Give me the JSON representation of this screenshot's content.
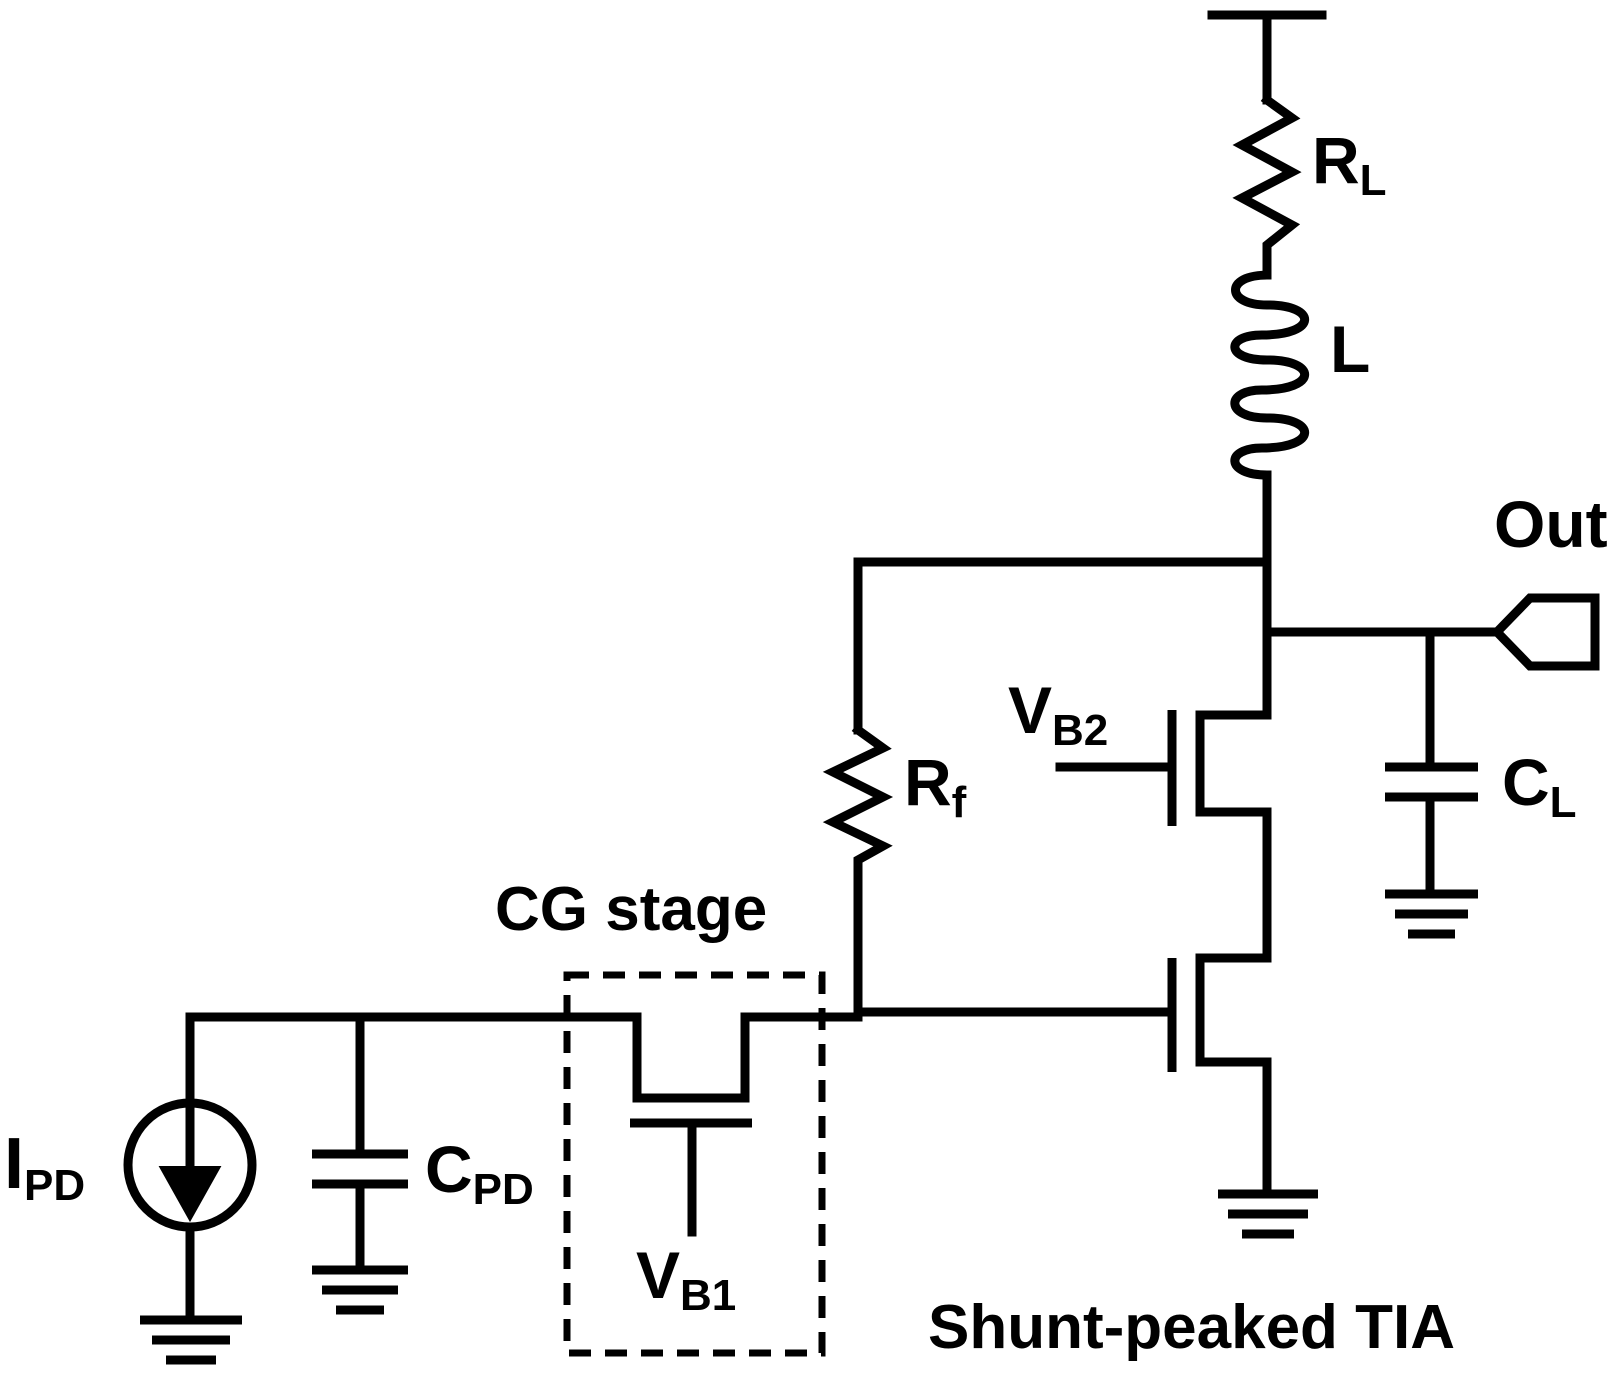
{
  "labels": {
    "rl": {
      "main": "R",
      "sub": "L"
    },
    "l": {
      "main": "L"
    },
    "out": {
      "main": "Out"
    },
    "vb2": {
      "main": "V",
      "sub": "B2"
    },
    "rf": {
      "main": "R",
      "sub": "f"
    },
    "cl": {
      "main": "C",
      "sub": "L"
    },
    "cg_stage": {
      "main": "CG stage"
    },
    "ipd": {
      "main": "I",
      "sub": "PD"
    },
    "cpd": {
      "main": "C",
      "sub": "PD"
    },
    "vb1": {
      "main": "V",
      "sub": "B1"
    },
    "title": {
      "main": "Shunt-peaked TIA"
    }
  },
  "colors": {
    "stroke": "#000000",
    "background": "#ffffff"
  }
}
